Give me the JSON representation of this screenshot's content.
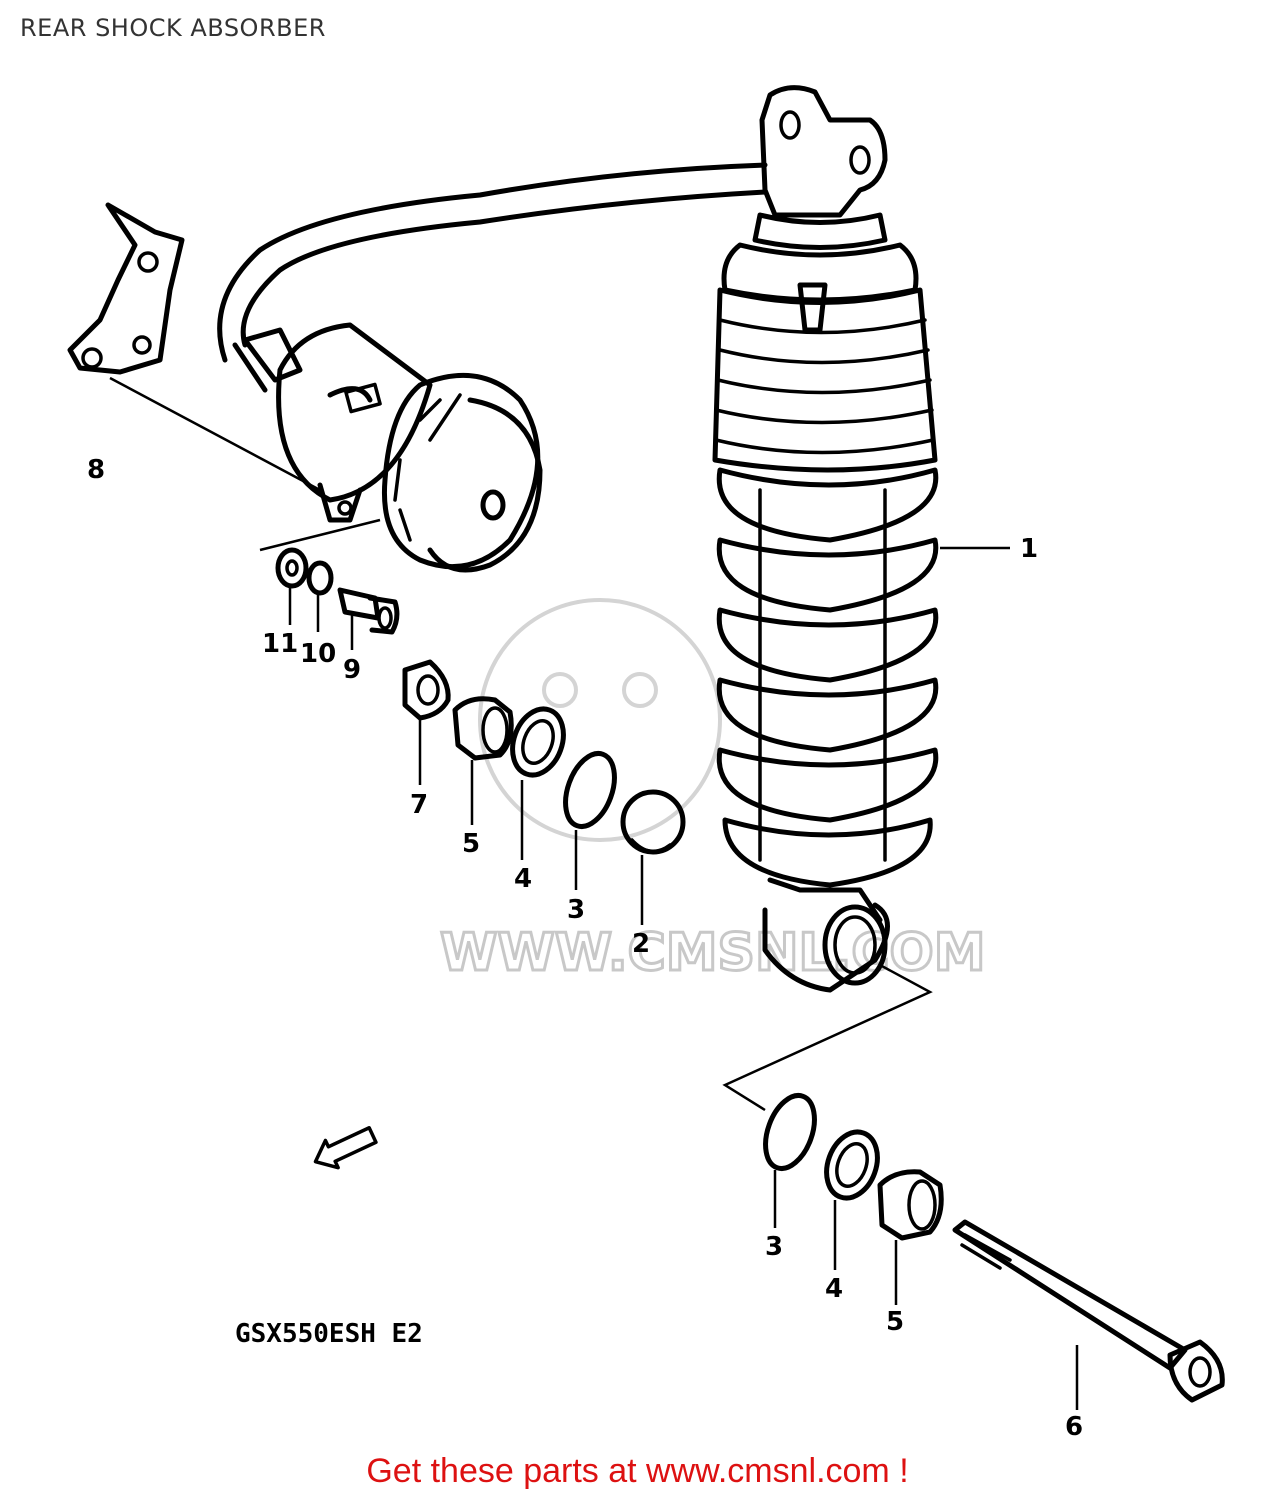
{
  "title": "REAR SHOCK ABSORBER",
  "model_code": "GSX550ESH E2",
  "watermark": "WWW.CMSNL.COM",
  "fwd_label": "FWD",
  "footer": {
    "prefix": "Get these parts at ",
    "link_text": "www.cmsnl.com",
    "suffix": " !"
  },
  "callouts": [
    "1",
    "2",
    "3",
    "4",
    "5",
    "6",
    "7",
    "8",
    "9",
    "10",
    "11",
    "3",
    "4",
    "5"
  ],
  "colors": {
    "footer_text": "#dd1111",
    "watermark": "#c8c8c8"
  }
}
